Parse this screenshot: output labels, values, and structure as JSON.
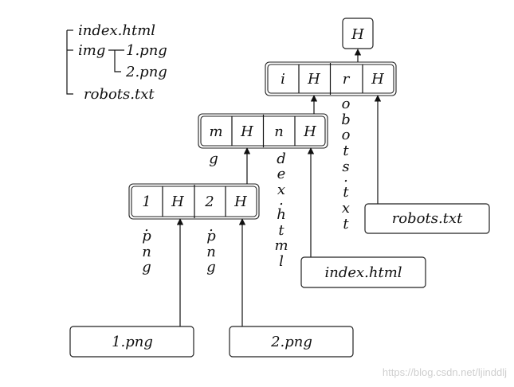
{
  "tree": {
    "root_file": "index.html",
    "folder": "img",
    "folder_children": [
      "1.png",
      "2.png"
    ],
    "last_file": "robots.txt"
  },
  "root_node": {
    "key": "H"
  },
  "node_top": {
    "cells": [
      "i",
      "H",
      "r",
      "H"
    ]
  },
  "node_mid": {
    "cells": [
      "m",
      "H",
      "n",
      "H"
    ]
  },
  "node_bot": {
    "cells": [
      "1",
      "H",
      "2",
      "H"
    ]
  },
  "edge_labels": {
    "g": [
      "g"
    ],
    "p1": [
      ".",
      "p",
      "n",
      "g"
    ],
    "p2": [
      ".",
      "p",
      "n",
      "g"
    ],
    "dex": [
      "d",
      "e",
      "x",
      ".",
      "h",
      "t",
      "m",
      "l"
    ],
    "obots": [
      "o",
      "b",
      "o",
      "t",
      "s",
      ".",
      "t",
      "x",
      "t"
    ]
  },
  "leaves": {
    "robots": "robots.txt",
    "index": "index.html",
    "png1": "1.png",
    "png2": "2.png"
  },
  "watermark": "https://blog.csdn.net/ljinddlj"
}
